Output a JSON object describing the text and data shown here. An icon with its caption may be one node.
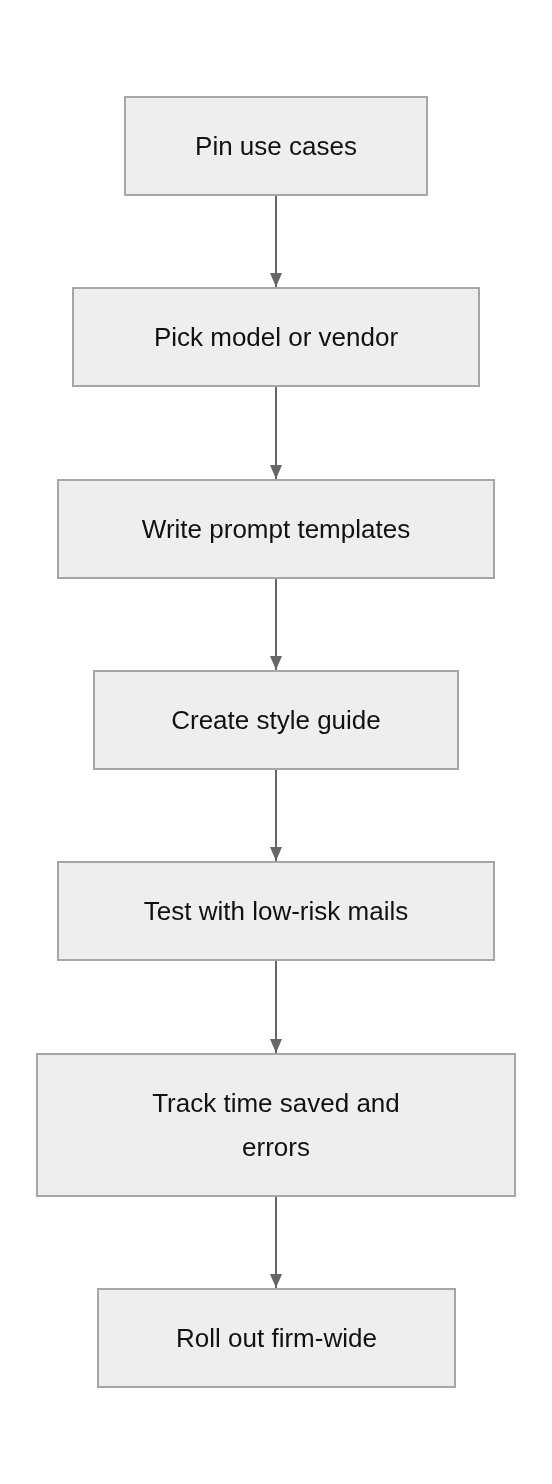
{
  "diagram": {
    "nodes": [
      {
        "text": [
          "Pin use cases"
        ]
      },
      {
        "text": [
          "Pick model or vendor"
        ]
      },
      {
        "text": [
          "Write prompt templates"
        ]
      },
      {
        "text": [
          "Create style guide"
        ]
      },
      {
        "text": [
          "Test with low-risk mails"
        ]
      },
      {
        "text": [
          "Track time saved and errors"
        ]
      },
      {
        "text": [
          "Roll out firm-wide"
        ]
      }
    ],
    "edges": [
      {
        "from": 0,
        "to": 1,
        "arrow": "to"
      },
      {
        "from": 1,
        "to": 2,
        "arrow": "to"
      },
      {
        "from": 2,
        "to": 3,
        "arrow": "to"
      },
      {
        "from": 3,
        "to": 4,
        "arrow": "to"
      },
      {
        "from": 4,
        "to": 5,
        "arrow": "to"
      },
      {
        "from": 5,
        "to": 6,
        "arrow": "to"
      }
    ]
  }
}
